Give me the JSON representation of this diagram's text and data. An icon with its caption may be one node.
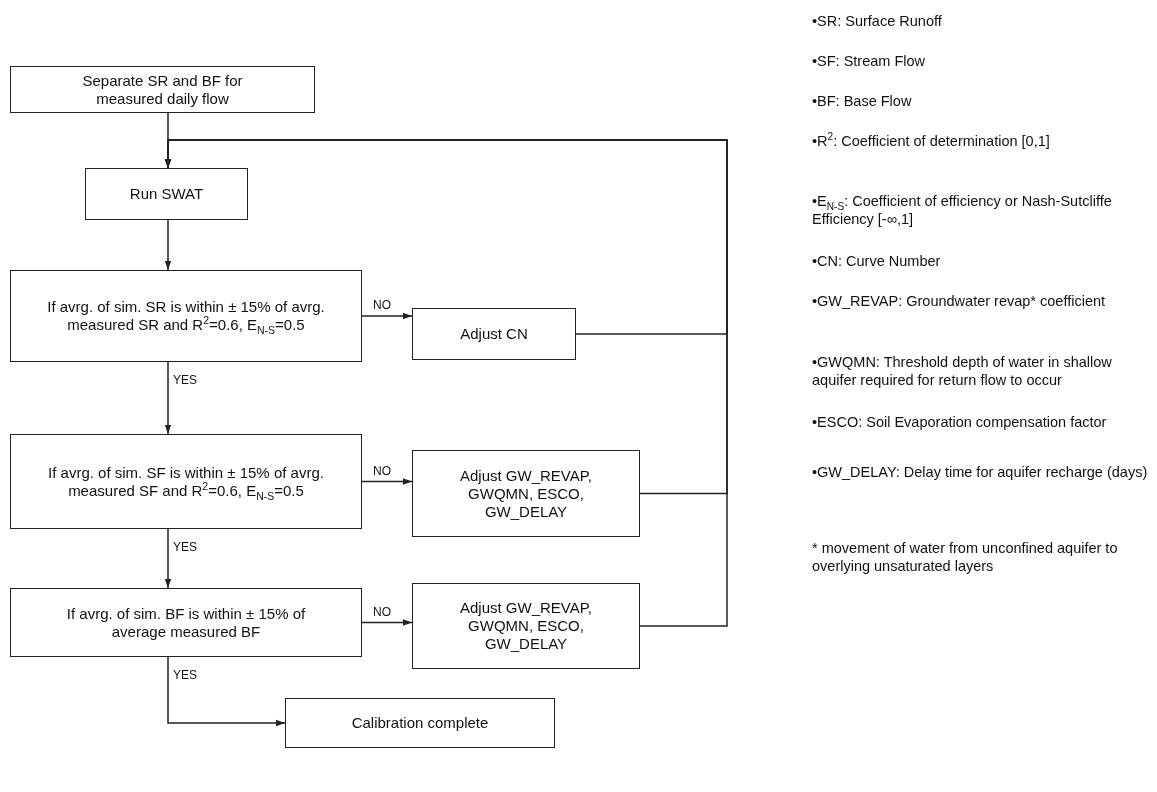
{
  "diagram": {
    "nodes": [
      {
        "text": [
          "Separate SR and BF for measured daily flow"
        ]
      },
      {
        "text": [
          "Run SWAT"
        ]
      },
      {
        "text": [
          "If avrg. of sim. SR is within ± 15% of avrg. measured SR and R$^{2}$=0.6, E$_{N-S}$=0.5"
        ]
      },
      {
        "text": [
          "Adjust CN"
        ]
      },
      {
        "text": [
          "If avrg. of sim. SF is within ± 15% of avrg. measured SF and R$^{2}$=0.6, E$_{N-S}$=0.5"
        ]
      },
      {
        "text": [
          "Adjust GW_REVAP, GWQMN, ESCO, GW_DELAY"
        ]
      },
      {
        "text": [
          "If avrg. of sim. BF is within ± 15% of average measured BF"
        ]
      },
      {
        "text": [
          "Adjust GW_REVAP, GWQMN, ESCO, GW_DELAY"
        ]
      },
      {
        "text": [
          "Calibration complete"
        ]
      }
    ],
    "edges": [
      {
        "from": 0,
        "to": 1,
        "arrow": "to"
      },
      {
        "from": 1,
        "to": 2,
        "arrow": "to"
      },
      {
        "from": 2,
        "to": 3,
        "arrow": "to",
        "label": "NO"
      },
      {
        "from": 3,
        "to": 1,
        "arrow": "to"
      },
      {
        "from": 2,
        "to": 4,
        "arrow": "to",
        "label": "YES"
      },
      {
        "from": 4,
        "to": 5,
        "arrow": "to",
        "label": "NO"
      },
      {
        "from": 5,
        "to": 1,
        "arrow": "to"
      },
      {
        "from": 4,
        "to": 6,
        "arrow": "to",
        "label": "YES"
      },
      {
        "from": 6,
        "to": 7,
        "arrow": "to",
        "label": "NO"
      },
      {
        "from": 7,
        "to": 1,
        "arrow": "to"
      },
      {
        "from": 6,
        "to": 8,
        "arrow": "to",
        "label": "YES"
      }
    ],
    "labels": [
      "•SR: Surface Runoff",
      "•SF: Stream Flow",
      "•BF: Base Flow",
      "•R$^{2}$: Coefficient of determination [0,1]",
      "•E$_{N-S}$: Coefficient of efficiency or Nash-Sutcliffe Efficiency [-∞,1]",
      "•CN: Curve Number",
      "•GW_REVAP: Groundwater revap* coefficient",
      "•GWQMN: Threshold depth of water in shallow aquifer required for return flow to occur",
      "•ESCO: Soil Evaporation compensation factor",
      "•GW_DELAY: Delay time for aquifer recharge (days)",
      "* movement of water from unconfined aquifer to overlying unsaturated layers"
    ]
  }
}
